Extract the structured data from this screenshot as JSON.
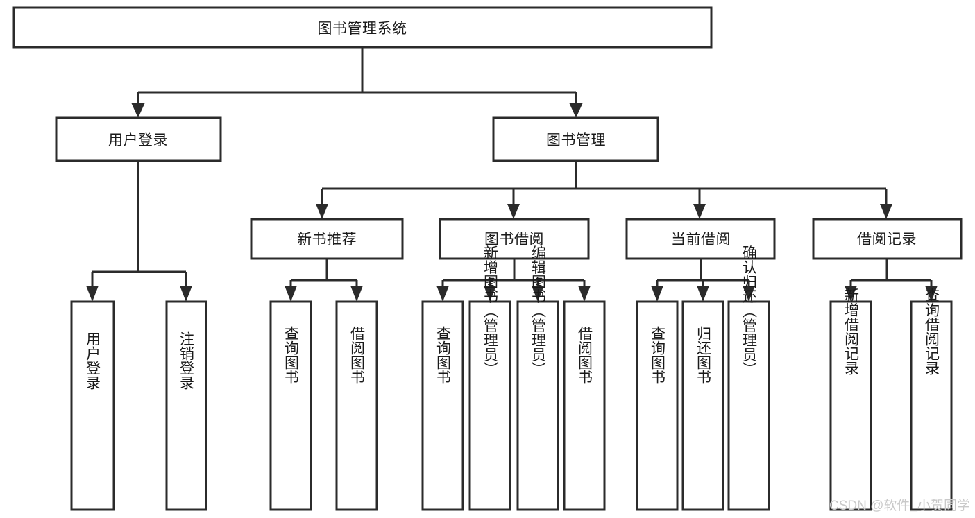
{
  "diagram": {
    "type": "tree-hierarchy",
    "title": "图书管理系统",
    "root": {
      "id": "root",
      "label": "图书管理系统"
    },
    "level1": [
      {
        "id": "user-login",
        "label": "用户登录"
      },
      {
        "id": "book-manage",
        "label": "图书管理"
      }
    ],
    "level2": [
      {
        "id": "new-book-recommend",
        "label": "新书推荐",
        "parent": "book-manage"
      },
      {
        "id": "book-borrow",
        "label": "图书借阅",
        "parent": "book-manage"
      },
      {
        "id": "current-borrow",
        "label": "当前借阅",
        "parent": "book-manage"
      },
      {
        "id": "borrow-record",
        "label": "借阅记录",
        "parent": "book-manage"
      }
    ],
    "leaves": [
      {
        "id": "leaf-user-login",
        "label": "用户登录",
        "parent": "user-login"
      },
      {
        "id": "leaf-logout-login",
        "label": "注销登录",
        "parent": "user-login"
      },
      {
        "id": "leaf-query-book-1",
        "label": "查询图书",
        "parent": "new-book-recommend"
      },
      {
        "id": "leaf-borrow-book-1",
        "label": "借阅图书",
        "parent": "new-book-recommend"
      },
      {
        "id": "leaf-query-book-2",
        "label": "查询图书",
        "parent": "book-borrow"
      },
      {
        "id": "leaf-add-book",
        "label": "新增图书（管理员）",
        "parent": "book-borrow"
      },
      {
        "id": "leaf-edit-book",
        "label": "编辑图书（管理员）",
        "parent": "book-borrow"
      },
      {
        "id": "leaf-borrow-book-2",
        "label": "借阅图书",
        "parent": "book-borrow"
      },
      {
        "id": "leaf-query-book-3",
        "label": "查询图书",
        "parent": "current-borrow"
      },
      {
        "id": "leaf-return-book",
        "label": "归还图书",
        "parent": "current-borrow"
      },
      {
        "id": "leaf-confirm-return",
        "label": "确认归还（管理员）",
        "parent": "current-borrow"
      },
      {
        "id": "leaf-add-record",
        "label": "新增借阅记录",
        "parent": "borrow-record"
      },
      {
        "id": "leaf-query-record",
        "label": "查询借阅记录",
        "parent": "borrow-record"
      }
    ],
    "colors": {
      "stroke": "#2b2b2b",
      "fill": "#ffffff",
      "text": "#1a1a1a",
      "watermark": "#c9c9c9"
    }
  },
  "watermark": {
    "text": "CSDN @软件_小贺同学"
  }
}
